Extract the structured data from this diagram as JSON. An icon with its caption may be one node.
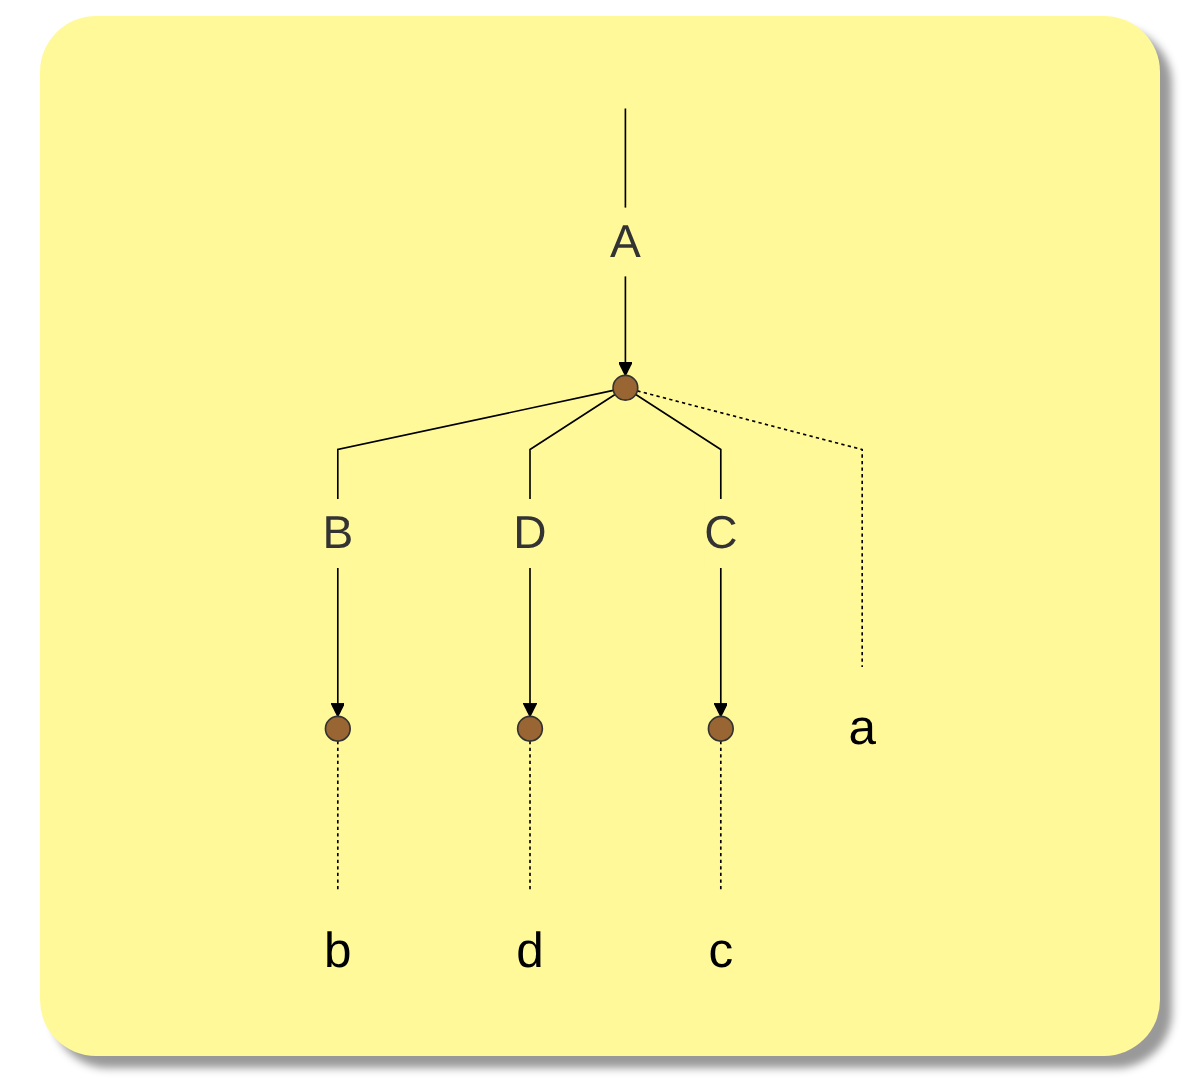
{
  "diagram": {
    "nodes": [
      {
        "text": [],
        "shape": "circle"
      },
      {
        "text": [],
        "shape": "circle"
      },
      {
        "text": [],
        "shape": "circle"
      },
      {
        "text": [],
        "shape": "circle"
      },
      {
        "text": [
          "b"
        ]
      },
      {
        "text": [
          "a"
        ]
      },
      {
        "text": [
          "d"
        ]
      },
      {
        "text": [
          "c"
        ]
      }
    ],
    "edges": [
      {
        "from": null,
        "to": 0,
        "arrow": "to",
        "label": "A"
      },
      {
        "from": 0,
        "to": 1,
        "arrow": "to",
        "label": "B"
      },
      {
        "from": 0,
        "to": 5,
        "arrow": "none",
        "style": "dashed"
      },
      {
        "from": 0,
        "to": 2,
        "arrow": "to",
        "label": "D"
      },
      {
        "from": 0,
        "to": 3,
        "arrow": "to",
        "label": "C"
      },
      {
        "from": 1,
        "to": 4,
        "arrow": "none",
        "style": "dashed"
      },
      {
        "from": 2,
        "to": 6,
        "arrow": "none",
        "style": "dashed"
      },
      {
        "from": 3,
        "to": 7,
        "arrow": "none",
        "style": "dashed"
      }
    ]
  }
}
